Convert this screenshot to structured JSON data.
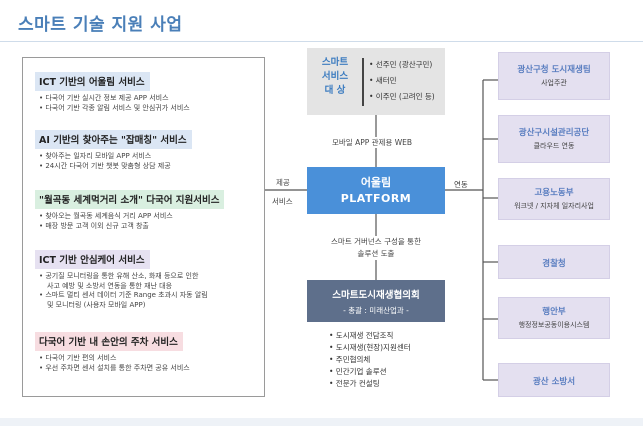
{
  "page": {
    "title": "스마트 기술 지원 사업"
  },
  "services": [
    {
      "title": "ICT 기반의 어울림 서비스",
      "color": "blue",
      "items": [
        "• 다국어 기반 실시간 정보 제공 APP 서비스",
        "• 다국어 기반 각종 알림 서비스 및 안심귀가 서비스"
      ]
    },
    {
      "title": "AI 기반의 찾아주는 \"잡매칭\" 서비스",
      "color": "blue",
      "items": [
        "• 찾아주는 일자리 모바일 APP 서비스",
        "• 24시간 다국어 기반 챗봇 맞춤형 상담 제공"
      ]
    },
    {
      "title": "\"월곡동 세계먹거리 소개\" 다국어 지원서비스",
      "color": "green",
      "items": [
        "• 찾아오는 월곡동 세계음식 거리 APP 서비스",
        "• 매장 방문 고객 이외 신규 고객 창출"
      ]
    },
    {
      "title": "ICT 기반 안심케어 서비스",
      "color": "purple",
      "items": [
        "• 공기질 모니터링을 통한 유해 산소, 화재 등으로 인한",
        "사고 예방 및 소방서 연동을 통한 재난 대응",
        "• 스마트 멀티 센서 데이터 기준 Range 초과시 자동 알림",
        "및 모니터링 (사용자 모바일 APP)"
      ]
    },
    {
      "title": "다국어 기반 내 손안의 주차 서비스",
      "color": "pink",
      "items": [
        "• 다국어 기반 편의 서비스",
        "• 우선 주차면 센서 설치를 통한 주차면 공유 서비스"
      ]
    }
  ],
  "target": {
    "label": [
      "스마트",
      "서비스",
      "대  상"
    ],
    "items": [
      "• 선주민 (광산구민)",
      "• 새터민",
      "• 이주민 (고려인 등)"
    ]
  },
  "edges": {
    "mobile": "모바일 APP 관제용 WEB",
    "provide_1": "제공",
    "provide_2": "서비스",
    "link": "연동",
    "governance_1": "스마트 거버넌스 구성을 통한",
    "governance_2": "솔루션 도출"
  },
  "platform": {
    "line1": "어울림",
    "line2": "PLATFORM"
  },
  "council": {
    "name": "스마트도시재생협의회",
    "subtitle": "- 총괄 : 미래산업과 -",
    "members": [
      "• 도시재생 전담조직",
      "• 도시재생(현장)지원센터",
      "• 주민협의체",
      "• 민간기업 솔루션",
      "• 전문가 컨설팅"
    ]
  },
  "orgs": [
    {
      "name": "광산구청 도시재생팀",
      "role": "사업주관"
    },
    {
      "name": "광산구시설관리공단",
      "role": "클라우드 연동"
    },
    {
      "name": "고용노동부",
      "role": "워크넷 / 지자체 일자리사업"
    },
    {
      "name": "경찰청",
      "role": ""
    },
    {
      "name": "행안부",
      "role": "행정정보공동이용시스템"
    },
    {
      "name": "광산 소방서",
      "role": ""
    }
  ],
  "colors": {
    "title": "#4a7fb8",
    "platform": "#4a90d9",
    "council": "#5e6f8b",
    "org_fill": "#e4e0f0",
    "org_text": "#5a7ec0"
  }
}
